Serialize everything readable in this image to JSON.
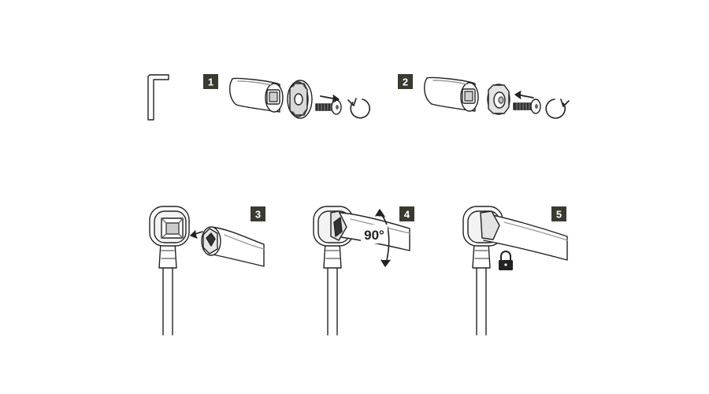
{
  "steps": [
    {
      "number": "1"
    },
    {
      "number": "2"
    },
    {
      "number": "3"
    },
    {
      "number": "4"
    },
    {
      "number": "5"
    }
  ],
  "rotation_label": "90°",
  "colors": {
    "badge_bg": "#3a3a33",
    "badge_text": "#ffffff",
    "line": "#222222",
    "fill": "#ffffff",
    "shade": "#9a9a9a"
  },
  "icons": [
    "hex-key-icon",
    "rotate-ccw-icon",
    "rotate-cw-icon",
    "arrow-icon",
    "lock-icon"
  ]
}
